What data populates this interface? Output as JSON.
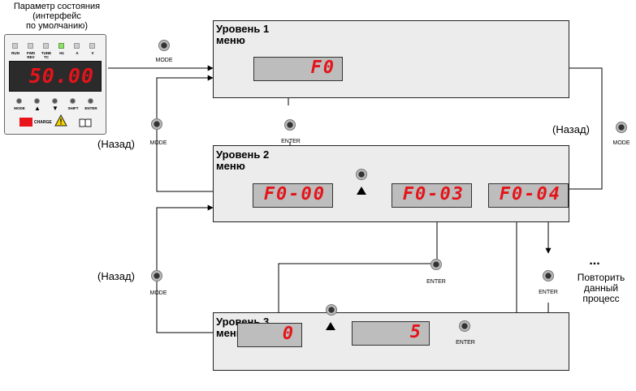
{
  "device": {
    "caption": "Параметр состояния\n(интерфейс\nпо умолчанию)",
    "display": "50.00",
    "indicators": [
      "RUN",
      "FWD\nREV",
      "TUNE\nTC",
      "Hz",
      "A",
      "V"
    ],
    "keys": [
      "MODE",
      "▲",
      "▼",
      "SHIFT",
      "ENTER"
    ],
    "charge_label": "CHARGE"
  },
  "level1": {
    "title": "Уровень 1\nменю",
    "display": "F0"
  },
  "level2": {
    "title": "Уровень 2\nменю",
    "display_a": "F0-00",
    "display_b": "F0-03",
    "display_c": "F0-04"
  },
  "level3": {
    "title": "Уровень 3\nменю",
    "display_a": "0",
    "display_b": "5"
  },
  "labels": {
    "mode": "MODE",
    "enter": "ENTER",
    "back": "(Назад)",
    "ellipsis": "...",
    "repeat": "Повторить\nданный\nпроцесс"
  },
  "colors": {
    "display_text": "#e4141a",
    "display_bg": "#bdbdbd",
    "panel_bg": "#ececec",
    "charge": "#e8141a",
    "hz_led": "#8fe36a"
  }
}
